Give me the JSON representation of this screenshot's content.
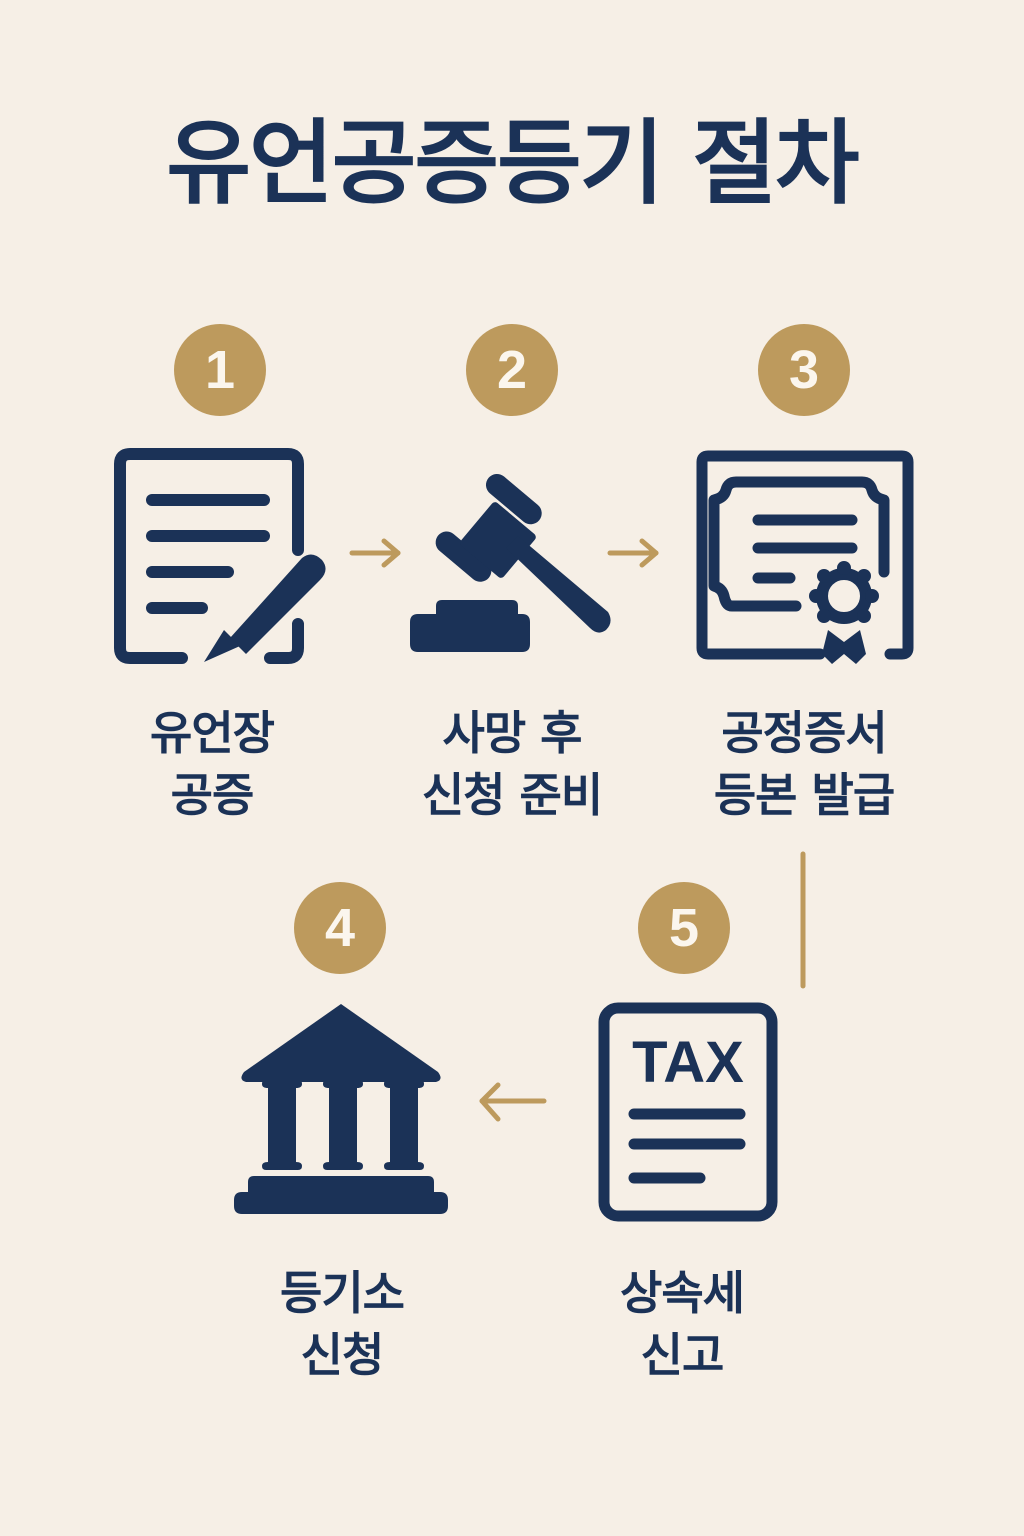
{
  "title": "유언공증등기 절차",
  "colors": {
    "background": "#f6efe6",
    "navy": "#1b3257",
    "gold": "#bd9a5d",
    "badge_text": "#fbf6ee"
  },
  "steps": [
    {
      "number": "1",
      "icon": "document-pen-icon",
      "label_lines": [
        "유언장",
        "공증"
      ]
    },
    {
      "number": "2",
      "icon": "gavel-icon",
      "label_lines": [
        "사망 후",
        "신청 준비"
      ]
    },
    {
      "number": "3",
      "icon": "certificate-icon",
      "label_lines": [
        "공정증서",
        "등본 발급"
      ]
    },
    {
      "number": "4",
      "icon": "courthouse-icon",
      "label_lines": [
        "등기소",
        "신청"
      ]
    },
    {
      "number": "5",
      "icon": "tax-document-icon",
      "icon_text": "TAX",
      "label_lines": [
        "상속세",
        "신고"
      ]
    }
  ],
  "connectors": [
    {
      "from": "1",
      "to": "2",
      "direction": "right"
    },
    {
      "from": "2",
      "to": "3",
      "direction": "right"
    },
    {
      "from": "3",
      "to": "5",
      "direction": "down-line"
    },
    {
      "from": "5",
      "to": "4",
      "direction": "left"
    }
  ]
}
